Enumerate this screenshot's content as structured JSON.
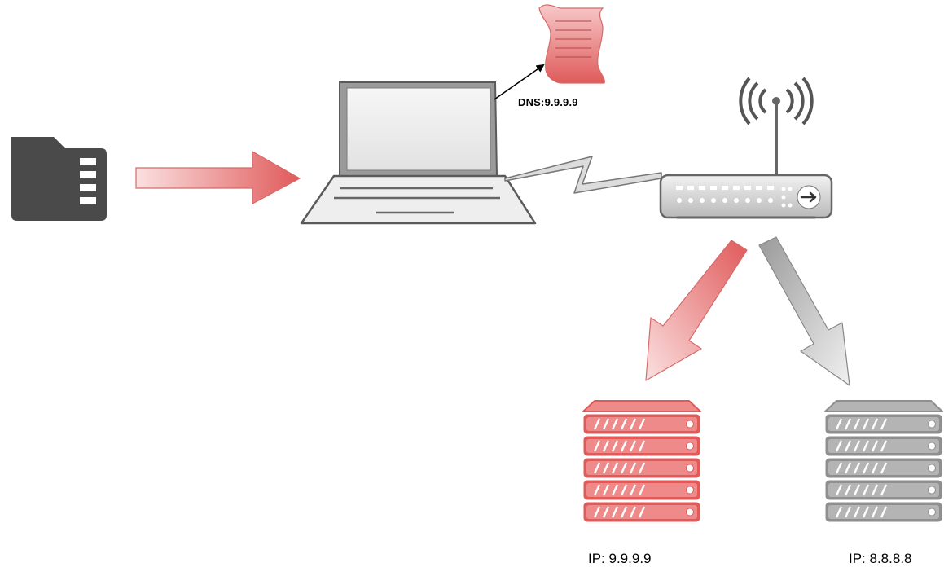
{
  "dns_label": "DNS:9.9.9.9",
  "servers": [
    {
      "label": "IP: 9.9.9.9",
      "color": "#e05a5a"
    },
    {
      "label": "IP: 8.8.8.8",
      "color": "#8f8f8f"
    }
  ],
  "colors": {
    "accent_red": "#e05a5a",
    "neutral_gray": "#8f8f8f",
    "device_dark": "#4a4a4a"
  }
}
